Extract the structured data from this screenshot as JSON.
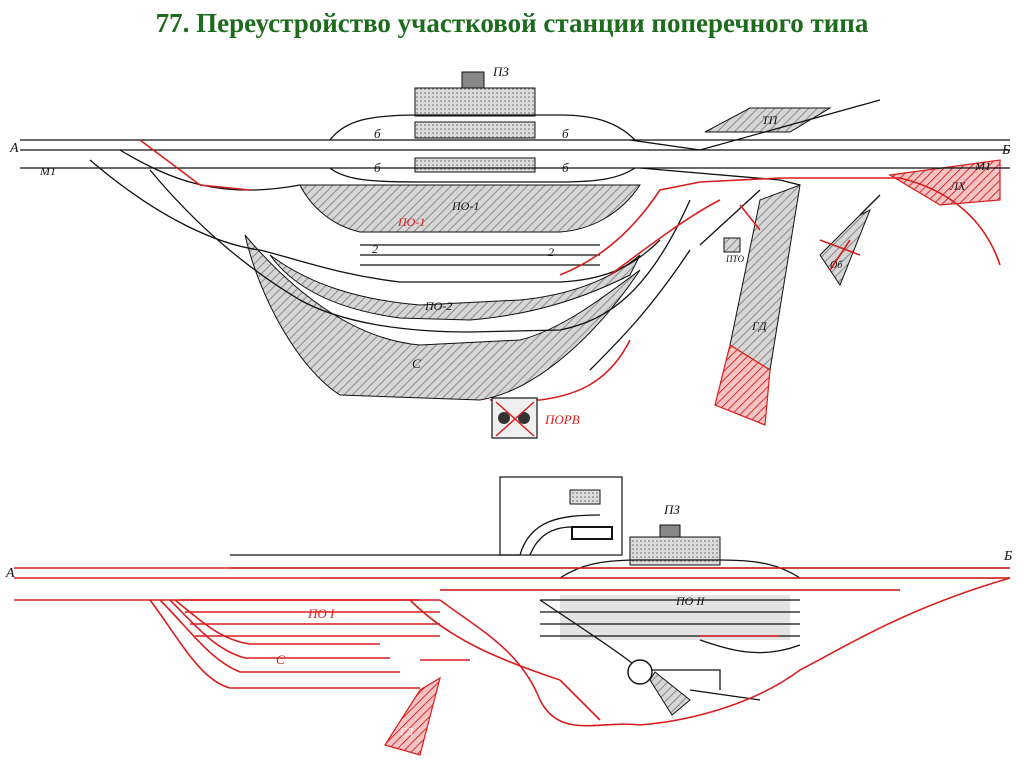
{
  "title": "77. Переустройство участковой станции поперечного типа",
  "colors": {
    "title": "#1d6b1d",
    "track": "#111111",
    "new": "#d81e1e",
    "park": "#c8c8c8",
    "hatch": "#8a8a8a",
    "bg": "#ffffff"
  },
  "top_scheme": {
    "end_a": "А",
    "end_b": "Б",
    "track_m1_left": "М1",
    "track_m1_right": "М1",
    "station_building": "ПЗ",
    "main_track_upper": "б",
    "main_track_upper_right": "б",
    "main_track_lower": "б",
    "main_track_lower_right": "б",
    "park_po1": "ПО-1",
    "park_po1_red": "ПО-1",
    "park_po2": "ПО-2",
    "park_c": "С",
    "tracks_2_left": "2",
    "tracks_2_right": "2",
    "depot_tp": "ТП",
    "depot_pto": "ПТО",
    "depot_ob": "Об",
    "depot_gd": "ГД",
    "area_lx": "ЛХ",
    "porv": "ПОРВ"
  },
  "bottom_scheme": {
    "end_a": "А",
    "end_b": "Б",
    "station_building": "ПЗ",
    "park_po1": "ПО I",
    "park_po2": "ПО II",
    "park_c": "С",
    "depot_gd": "ГД"
  }
}
